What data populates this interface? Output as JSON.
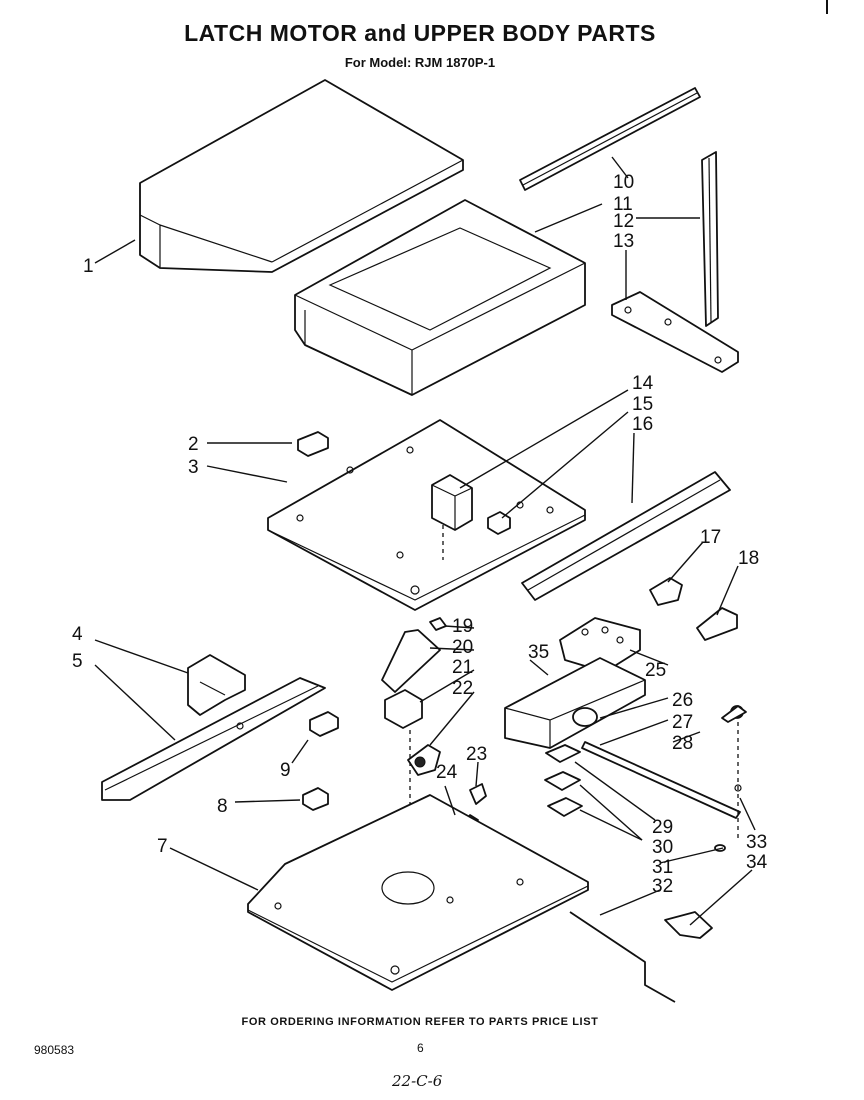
{
  "header": {
    "title": "LATCH MOTOR and UPPER BODY PARTS",
    "subtitle": "For Model: RJM 1870P-1"
  },
  "callouts": [
    "1",
    "2",
    "3",
    "4",
    "5",
    "7",
    "8",
    "9",
    "10",
    "11",
    "12",
    "13",
    "14",
    "15",
    "16",
    "17",
    "18",
    "19",
    "20",
    "21",
    "22",
    "23",
    "24",
    "25",
    "26",
    "27",
    "28",
    "29",
    "30",
    "31",
    "32",
    "33",
    "34",
    "35"
  ],
  "footer": {
    "note": "FOR ORDERING INFORMATION REFER TO PARTS PRICE LIST",
    "doc_number": "980583",
    "page_number": "6",
    "handwritten": "22-C-6"
  }
}
